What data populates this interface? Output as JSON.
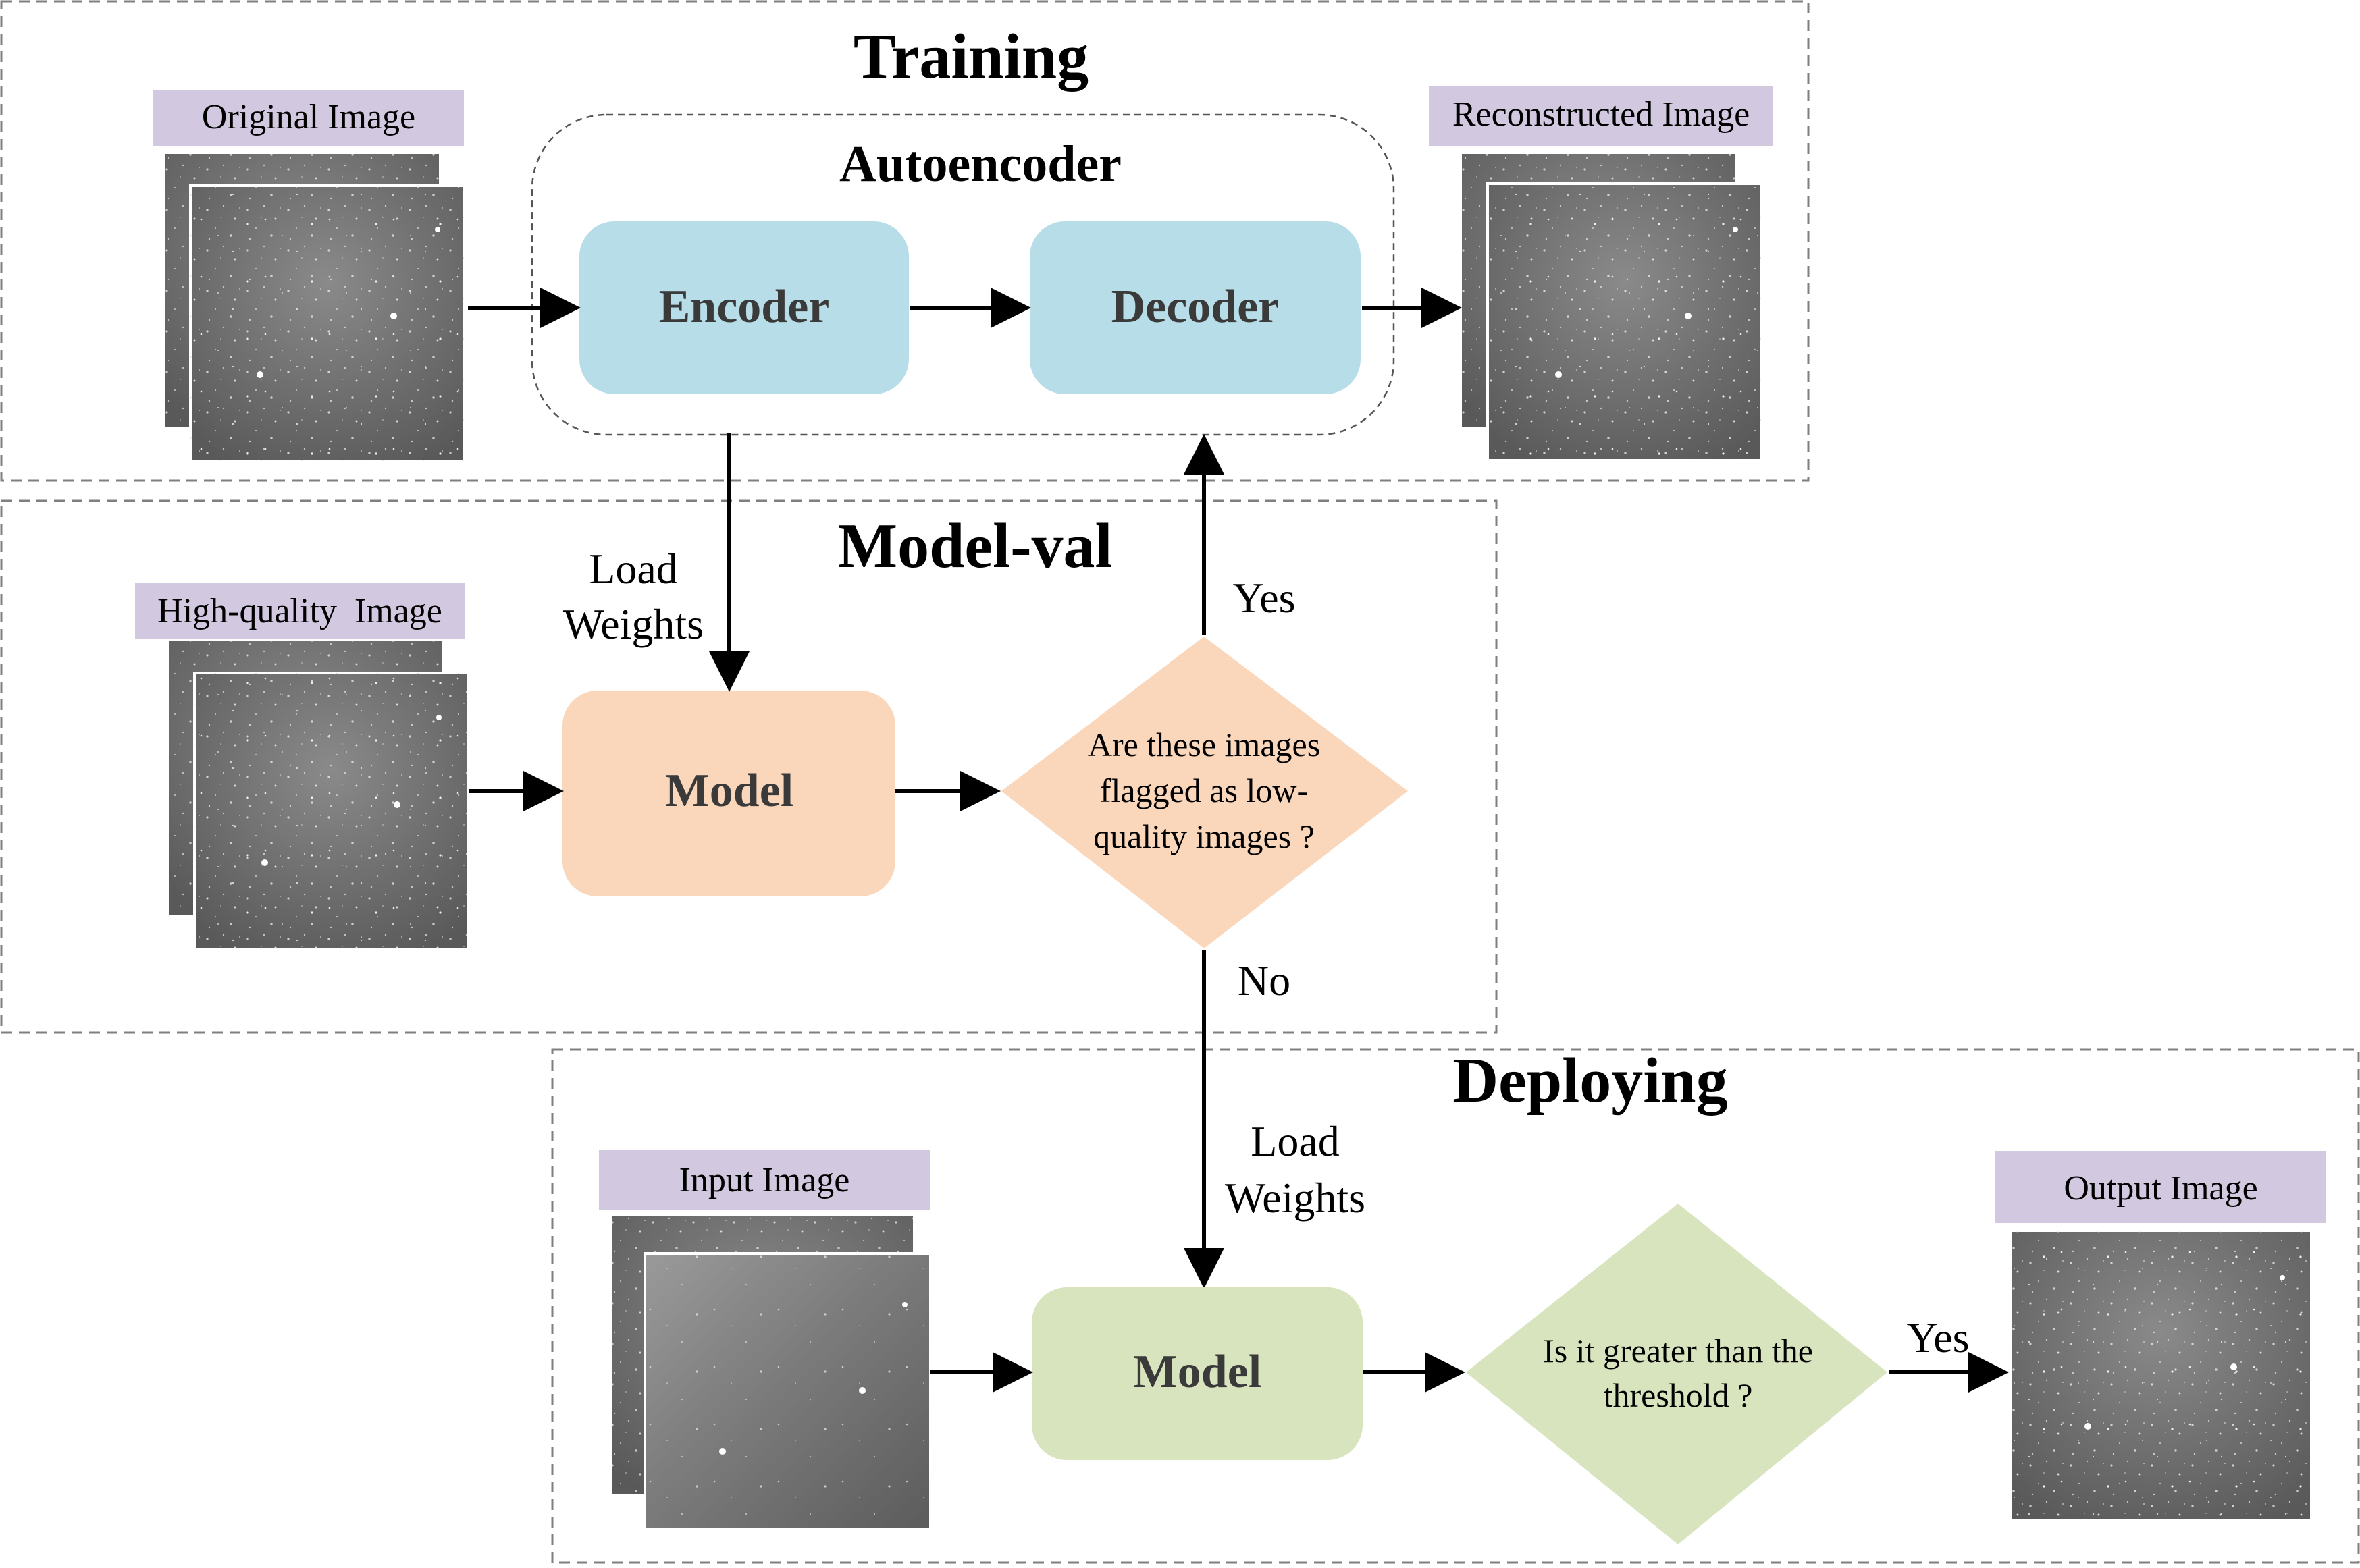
{
  "sections": {
    "training": {
      "title": "Training"
    },
    "model_val": {
      "title": "Model-val"
    },
    "deploying": {
      "title": "Deploying"
    }
  },
  "autoencoder": {
    "title": "Autoencoder",
    "encoder_label": "Encoder",
    "decoder_label": "Decoder"
  },
  "image_labels": {
    "original": "Original Image",
    "reconstructed": "Reconstructed Image",
    "high_quality": "High-quality  Image",
    "input": "Input Image",
    "output": "Output Image"
  },
  "model_val": {
    "model_label": "Model",
    "decision_lines": [
      "Are these images",
      "flagged as low-",
      "quality images ?"
    ],
    "yes_label": "Yes",
    "no_label": "No",
    "load_weights_lines": [
      "Load",
      "Weights"
    ]
  },
  "deploying": {
    "model_label": "Model",
    "decision_lines": [
      "Is it greater than the",
      "threshold ?"
    ],
    "yes_label": "Yes",
    "load_weights_lines": [
      "Load",
      "Weights"
    ]
  },
  "colors": {
    "label_bg": "#d2c9e0",
    "encoder_fill": "#b7dde8",
    "model_val_fill": "#fad7bb",
    "deploy_fill": "#d8e4bd",
    "dashed_border": "#7f7f7f",
    "text_dark": "#3a3a3a"
  }
}
